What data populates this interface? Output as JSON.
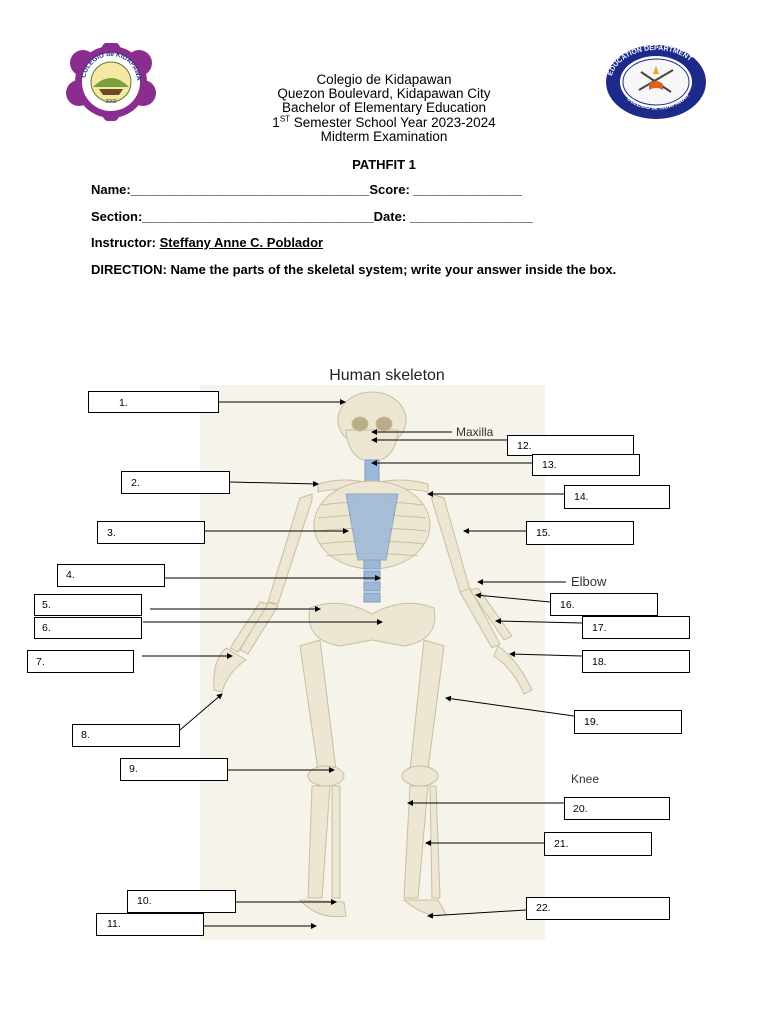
{
  "header": {
    "school": "Colegio de Kidapawan",
    "address": "Quezon Boulevard, Kidapawan City",
    "program": "Bachelor of Elementary Education",
    "semester_num": "1",
    "semester_sup": "ST",
    "semester_rest": " Semester School Year 2023-2024",
    "exam": "Midterm Examination",
    "subject": "PATHFIT 1"
  },
  "logos": {
    "left_text": "COLEGIO de KIDAPAWAN, Inc.",
    "left_year": "2002",
    "right_top": "EDUCATION DEPARTMENT",
    "right_bottom": "COLEGIO de KIDAPAWAN"
  },
  "form": {
    "name_label": "Name:",
    "name_line": "_________________________________",
    "score_label": "Score:",
    "score_line": " _______________",
    "section_label": "Section:",
    "section_line": "________________________________",
    "date_label": "Date:",
    "date_line": " _________________",
    "instructor_label": "Instructor:",
    "instructor_name": "Steffany Anne C. Poblador",
    "direction": "DIRECTION: Name the parts of the skeletal system; write your answer inside the box."
  },
  "diagram": {
    "title": "Human skeleton",
    "label_maxilla": "Maxilla",
    "label_elbow": "Elbow",
    "label_knee": "Knee"
  },
  "boxes": [
    "1.",
    "2.",
    "3.",
    "4.",
    "5.",
    "6.",
    "7.",
    "8.",
    "9.",
    "10.",
    "11.",
    "12.",
    "13.",
    "14.",
    "15.",
    "16.",
    "17.",
    "18.",
    "19.",
    "20.",
    "21.",
    "22."
  ],
  "colors": {
    "bone": "#ece6d2",
    "bone_edge": "#c9bf9f",
    "cartilage": "#9bb8d8",
    "line": "#000000"
  }
}
